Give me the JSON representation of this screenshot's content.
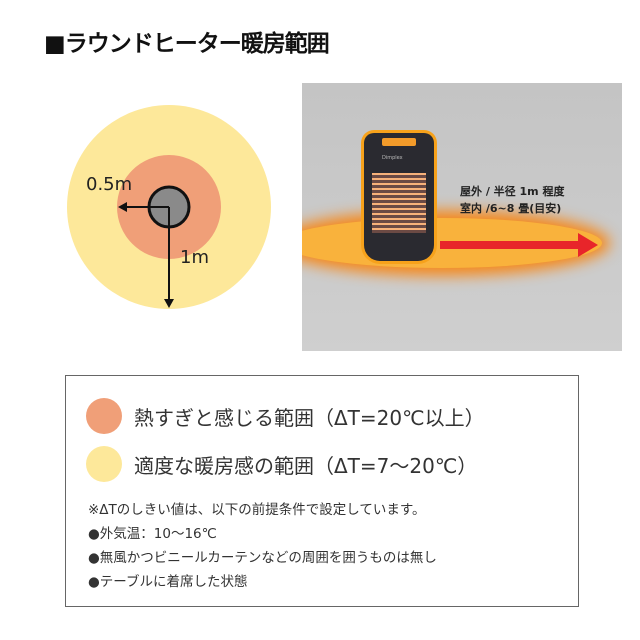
{
  "title": "■ラウンドヒーター暖房範囲",
  "diagram": {
    "label_inner": "0.5m",
    "label_outer": "1m",
    "colors": {
      "outer": "#fde89a",
      "inner": "#f09f78",
      "center": "#8a8a8a"
    }
  },
  "photo": {
    "brand": "Dimplex",
    "line1": "屋外 / 半径 1m 程度",
    "line2": "室内 /6~8 畳(目安)",
    "arrow_color": "#e8252a"
  },
  "legend": {
    "items": [
      {
        "text": "熱すぎと感じる範囲（ΔT=20℃以上）",
        "color": "#f09f78"
      },
      {
        "text": "適度な暖房感の範囲（ΔT=7～20℃）",
        "color": "#fde89a"
      }
    ],
    "note": "※ΔTのしきい値は、以下の前提条件で設定しています。",
    "conditions": [
      "●外気温：10～16℃",
      "●無風かつビニールカーテンなどの周囲を囲うものは無し",
      "●テーブルに着席した状態"
    ]
  }
}
